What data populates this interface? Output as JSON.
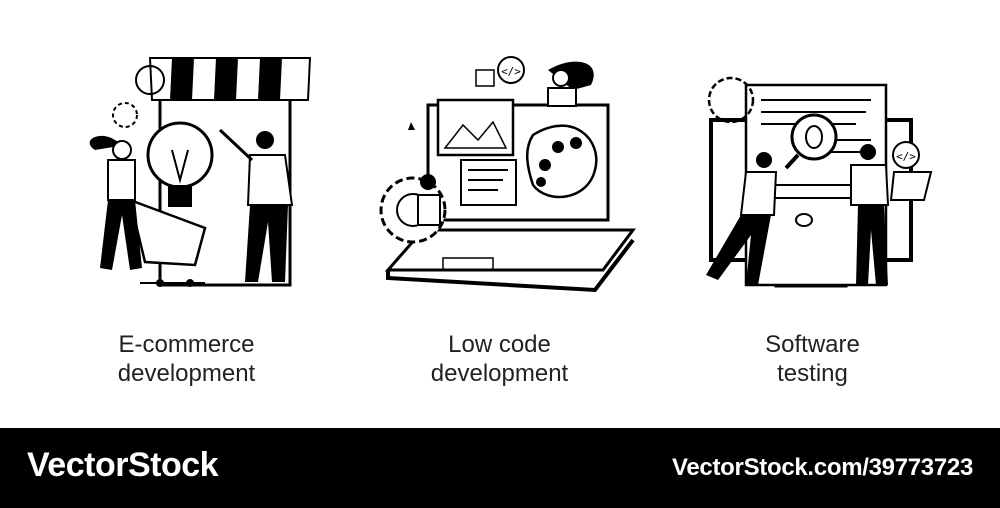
{
  "illustrations": [
    {
      "caption_line1": "E-commerce",
      "caption_line2": "development",
      "scene": "shop-awning-lightbulb-cart"
    },
    {
      "caption_line1": "Low code",
      "caption_line2": "development",
      "scene": "laptop-gear-palette-code"
    },
    {
      "caption_line1": "Software",
      "caption_line2": "testing",
      "scene": "monitor-magnifier-bug-laptop"
    }
  ],
  "footer": {
    "brand": "VectorStock",
    "image_id": "VectorStock.com/39773723"
  },
  "colors": {
    "ink": "#000000",
    "background": "#ffffff",
    "footer_bg": "#000000",
    "footer_text": "#ffffff"
  }
}
